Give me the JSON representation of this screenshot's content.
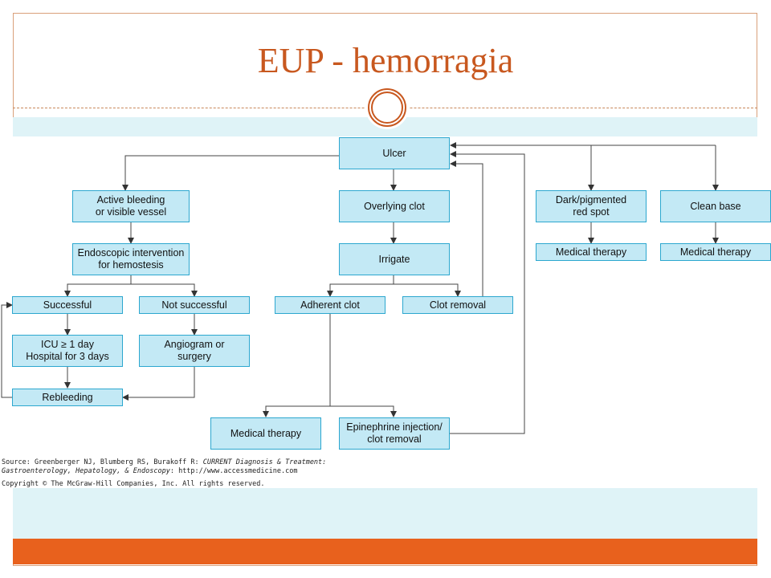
{
  "slide": {
    "title": "EUP - hemorragia",
    "colors": {
      "accent": "#e8611d",
      "title": "#c8581f",
      "band": "#dff3f7",
      "node_fill": "#c3e9f5",
      "node_border": "#2ca7cf"
    }
  },
  "diagram": {
    "nodes": {
      "ulcer": "Ulcer",
      "active_bleeding": "Active bleeding\nor visible vessel",
      "overlying_clot": "Overlying clot",
      "dark_spot": "Dark/pigmented\nred spot",
      "clean_base": "Clean base",
      "endoscopic": "Endoscopic intervention\nfor hemostesis",
      "irrigate": "Irrigate",
      "medical_therapy_dark": "Medical therapy",
      "medical_therapy_clean": "Medical therapy",
      "successful": "Successful",
      "not_successful": "Not successful",
      "adherent_clot": "Adherent clot",
      "clot_removal": "Clot removal",
      "icu": "ICU ≥ 1 day\nHospital for 3 days",
      "angiogram": "Angiogram or\nsurgery",
      "rebleeding": "Rebleeding",
      "medical_therapy_bottom": "Medical therapy",
      "epinephrine": "Epinephrine injection/\nclot removal"
    },
    "edges": [
      [
        "ulcer",
        "active_bleeding"
      ],
      [
        "ulcer",
        "overlying_clot"
      ],
      [
        "ulcer",
        "dark_spot"
      ],
      [
        "ulcer",
        "clean_base"
      ],
      [
        "active_bleeding",
        "endoscopic"
      ],
      [
        "endoscopic",
        "successful"
      ],
      [
        "endoscopic",
        "not_successful"
      ],
      [
        "successful",
        "icu"
      ],
      [
        "icu",
        "rebleeding"
      ],
      [
        "not_successful",
        "angiogram"
      ],
      [
        "angiogram",
        "rebleeding"
      ],
      [
        "rebleeding",
        "successful"
      ],
      [
        "overlying_clot",
        "irrigate"
      ],
      [
        "irrigate",
        "adherent_clot"
      ],
      [
        "irrigate",
        "clot_removal"
      ],
      [
        "clot_removal",
        "ulcer"
      ],
      [
        "adherent_clot",
        "medical_therapy_bottom"
      ],
      [
        "adherent_clot",
        "epinephrine"
      ],
      [
        "epinephrine",
        "ulcer"
      ],
      [
        "dark_spot",
        "medical_therapy_dark"
      ],
      [
        "clean_base",
        "medical_therapy_clean"
      ]
    ]
  },
  "source": {
    "line1_prefix": "Source: Greenberger NJ, Blumberg RS, Burakoff R: ",
    "line1_italic": "CURRENT Diagnosis & Treatment:",
    "line2_italic": "Gastroenterology, Hepatology, & Endoscopy",
    "line2_suffix": ": http://www.accessmedicine.com",
    "copyright": "Copyright © The McGraw-Hill Companies, Inc. All rights reserved."
  }
}
